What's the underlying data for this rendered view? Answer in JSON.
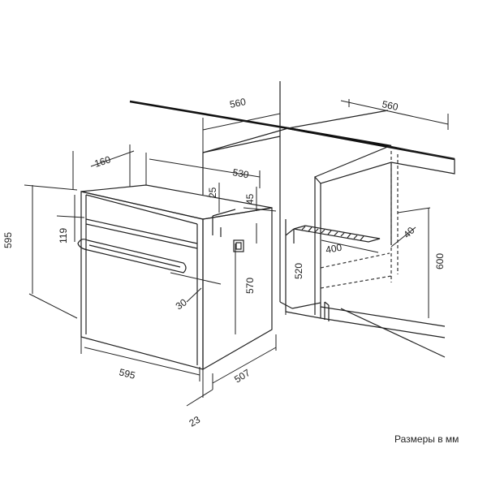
{
  "caption": "Размеры в мм",
  "dimensions": {
    "niche_depth_top": "560",
    "niche_width_right": "560",
    "panel_depth": "160",
    "body_depth": "530",
    "top_gap": "25",
    "side_inset": "45",
    "height_total": "595",
    "control_panel_height": "119",
    "body_height": "570",
    "handle_protrusion": "30",
    "width_total": "595",
    "bottom_depth": "507",
    "front_thickness": "23",
    "niche_floor_depth": "400",
    "vent_gap": "40",
    "niche_height": "600",
    "niche_floor_height": "520"
  }
}
